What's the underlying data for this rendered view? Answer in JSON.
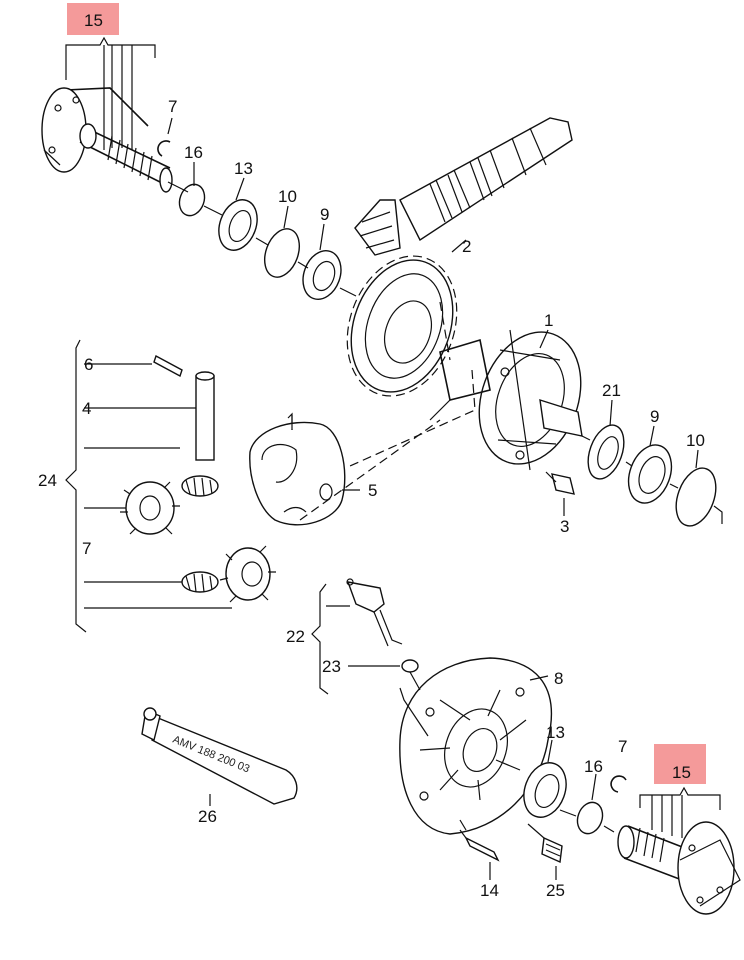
{
  "highlight_color": "#f49a9a",
  "labels": {
    "p15_top": "15",
    "p7_top": "7",
    "p16_top": "16",
    "p13_top": "13",
    "p10_top": "10",
    "p9_top": "9",
    "p2": "2",
    "p1": "1",
    "p21": "21",
    "p9_right": "9",
    "p10_right": "10",
    "p3": "3",
    "p6": "6",
    "p4": "4",
    "p24": "24",
    "p5": "5",
    "p7_left": "7",
    "p22": "22",
    "p23": "23",
    "p8": "8",
    "p13_bottom": "13",
    "p7_bottom": "7",
    "p16_bottom": "16",
    "p15_bottom": "15",
    "p26": "26",
    "p14": "14",
    "p25": "25"
  },
  "tube_text": "AMV 188 200 03"
}
